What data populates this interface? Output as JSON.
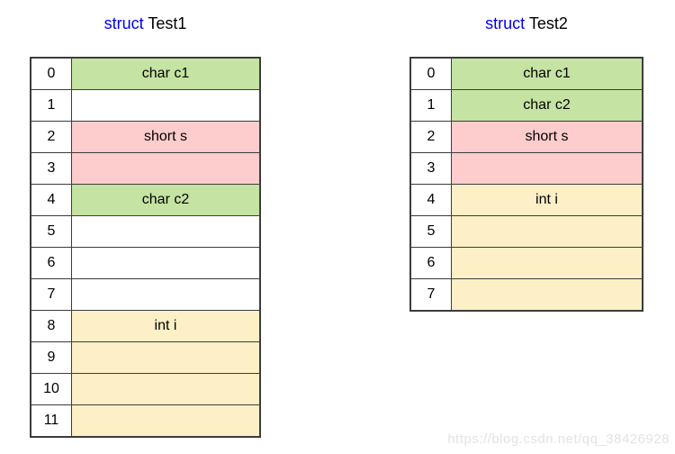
{
  "page": {
    "background": "#ffffff",
    "watermark": "https://blog.csdn.net/qq_38426928"
  },
  "colors": {
    "green": "#c5e3a2",
    "pink": "#fdcccc",
    "yellow": "#fdf0c6",
    "white": "#ffffff",
    "struct_keyword": "#0000ee",
    "border": "#3c3c3c",
    "watermark_text": "#e3e3e3"
  },
  "tables": [
    {
      "title_keyword": "struct",
      "title_name": "Test1",
      "rows": [
        {
          "index": "0",
          "label": "char c1",
          "color": "green"
        },
        {
          "index": "1",
          "label": "",
          "color": "white"
        },
        {
          "index": "2",
          "label": "short s",
          "color": "pink"
        },
        {
          "index": "3",
          "label": "",
          "color": "pink"
        },
        {
          "index": "4",
          "label": "char c2",
          "color": "green"
        },
        {
          "index": "5",
          "label": "",
          "color": "white"
        },
        {
          "index": "6",
          "label": "",
          "color": "white"
        },
        {
          "index": "7",
          "label": "",
          "color": "white"
        },
        {
          "index": "8",
          "label": "int i",
          "color": "yellow"
        },
        {
          "index": "9",
          "label": "",
          "color": "yellow"
        },
        {
          "index": "10",
          "label": "",
          "color": "yellow"
        },
        {
          "index": "11",
          "label": "",
          "color": "yellow"
        }
      ]
    },
    {
      "title_keyword": "struct",
      "title_name": "Test2",
      "rows": [
        {
          "index": "0",
          "label": "char c1",
          "color": "green"
        },
        {
          "index": "1",
          "label": "char c2",
          "color": "green"
        },
        {
          "index": "2",
          "label": "short s",
          "color": "pink"
        },
        {
          "index": "3",
          "label": "",
          "color": "pink"
        },
        {
          "index": "4",
          "label": "int i",
          "color": "yellow"
        },
        {
          "index": "5",
          "label": "",
          "color": "yellow"
        },
        {
          "index": "6",
          "label": "",
          "color": "yellow"
        },
        {
          "index": "7",
          "label": "",
          "color": "yellow"
        }
      ]
    }
  ]
}
